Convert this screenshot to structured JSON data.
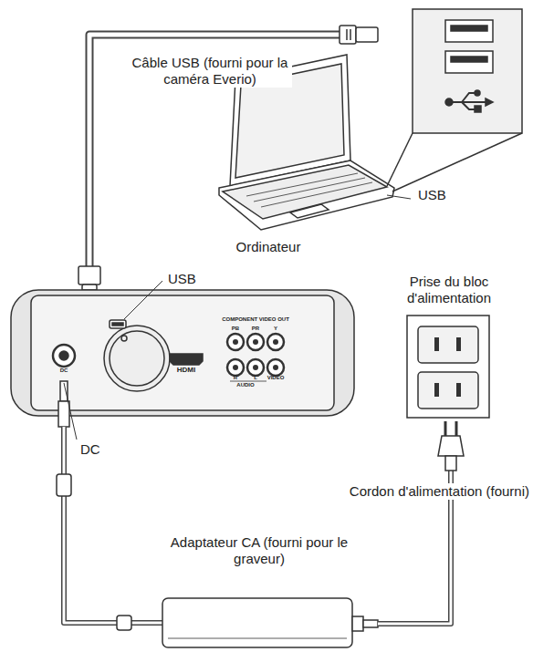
{
  "diagram": {
    "labels": [
      "Câble USB (fourni pour la caméra Everio)",
      "USB",
      "Ordinateur",
      "USB",
      "Prise du bloc d'alimentation",
      "DC",
      "Cordon d'alimentation (fourni)",
      "Adaptateur CA (fourni pour le graveur)",
      "COMPONENT VIDEO OUT",
      "PB",
      "PR",
      "Y",
      "R",
      "L",
      "VIDEO",
      "AUDIO",
      "HDMI",
      "DC"
    ]
  }
}
